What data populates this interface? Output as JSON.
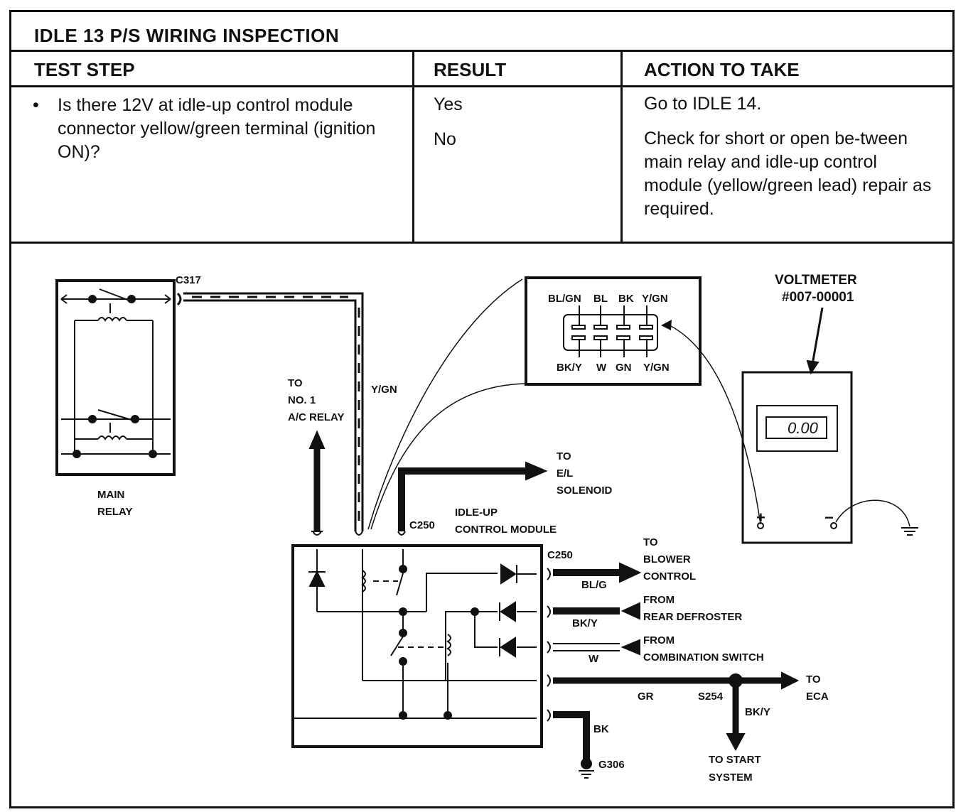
{
  "title": "IDLE  13    P/S WIRING INSPECTION",
  "headers": {
    "test_step": "TEST STEP",
    "result": "RESULT",
    "action": "ACTION TO TAKE"
  },
  "row": {
    "bullet": "•",
    "test_step": "Is there 12V at idle-up control module connector yellow/green terminal (ignition ON)?",
    "result_yes": "Yes",
    "result_no": "No",
    "action_yes": "Go to IDLE 14.",
    "action_no": "Check for short or open be-tween main relay and idle-up control module (yellow/green lead) repair as required."
  },
  "diagram": {
    "c317": "C317",
    "main_relay_1": "MAIN",
    "main_relay_2": "RELAY",
    "ygn_wire": "Y/GN",
    "ac_1": "TO",
    "ac_2": "NO. 1",
    "ac_3": "A/C RELAY",
    "el_1": "TO",
    "el_2": "E/L",
    "el_3": "SOLENOID",
    "c250_top": "C250",
    "module_1": "IDLE-UP",
    "module_2": "CONTROL MODULE",
    "c250_right": "C250",
    "blower_1": "TO",
    "blower_2": "BLOWER",
    "blower_3": "CONTROL",
    "blg": "BL/G",
    "defrost_1": "FROM",
    "defrost_2": "REAR DEFROSTER",
    "bky": "BK/Y",
    "combo_1": "FROM",
    "combo_2": "COMBINATION SWITCH",
    "w": "W",
    "gr": "GR",
    "s254": "S254",
    "eca_1": "TO",
    "eca_2": "ECA",
    "bky2": "BK/Y",
    "start_1": "TO START",
    "start_2": "SYSTEM",
    "bk": "BK",
    "g306": "G306",
    "conn_top": [
      "BL/GN",
      "BL",
      "BK",
      "Y/GN"
    ],
    "conn_bottom": [
      "BK/Y",
      "W",
      "GN",
      "Y/GN"
    ],
    "voltmeter_1": "VOLTMETER",
    "voltmeter_2": "#007-00001",
    "display": "0.00",
    "plus": "+",
    "minus": "−"
  }
}
